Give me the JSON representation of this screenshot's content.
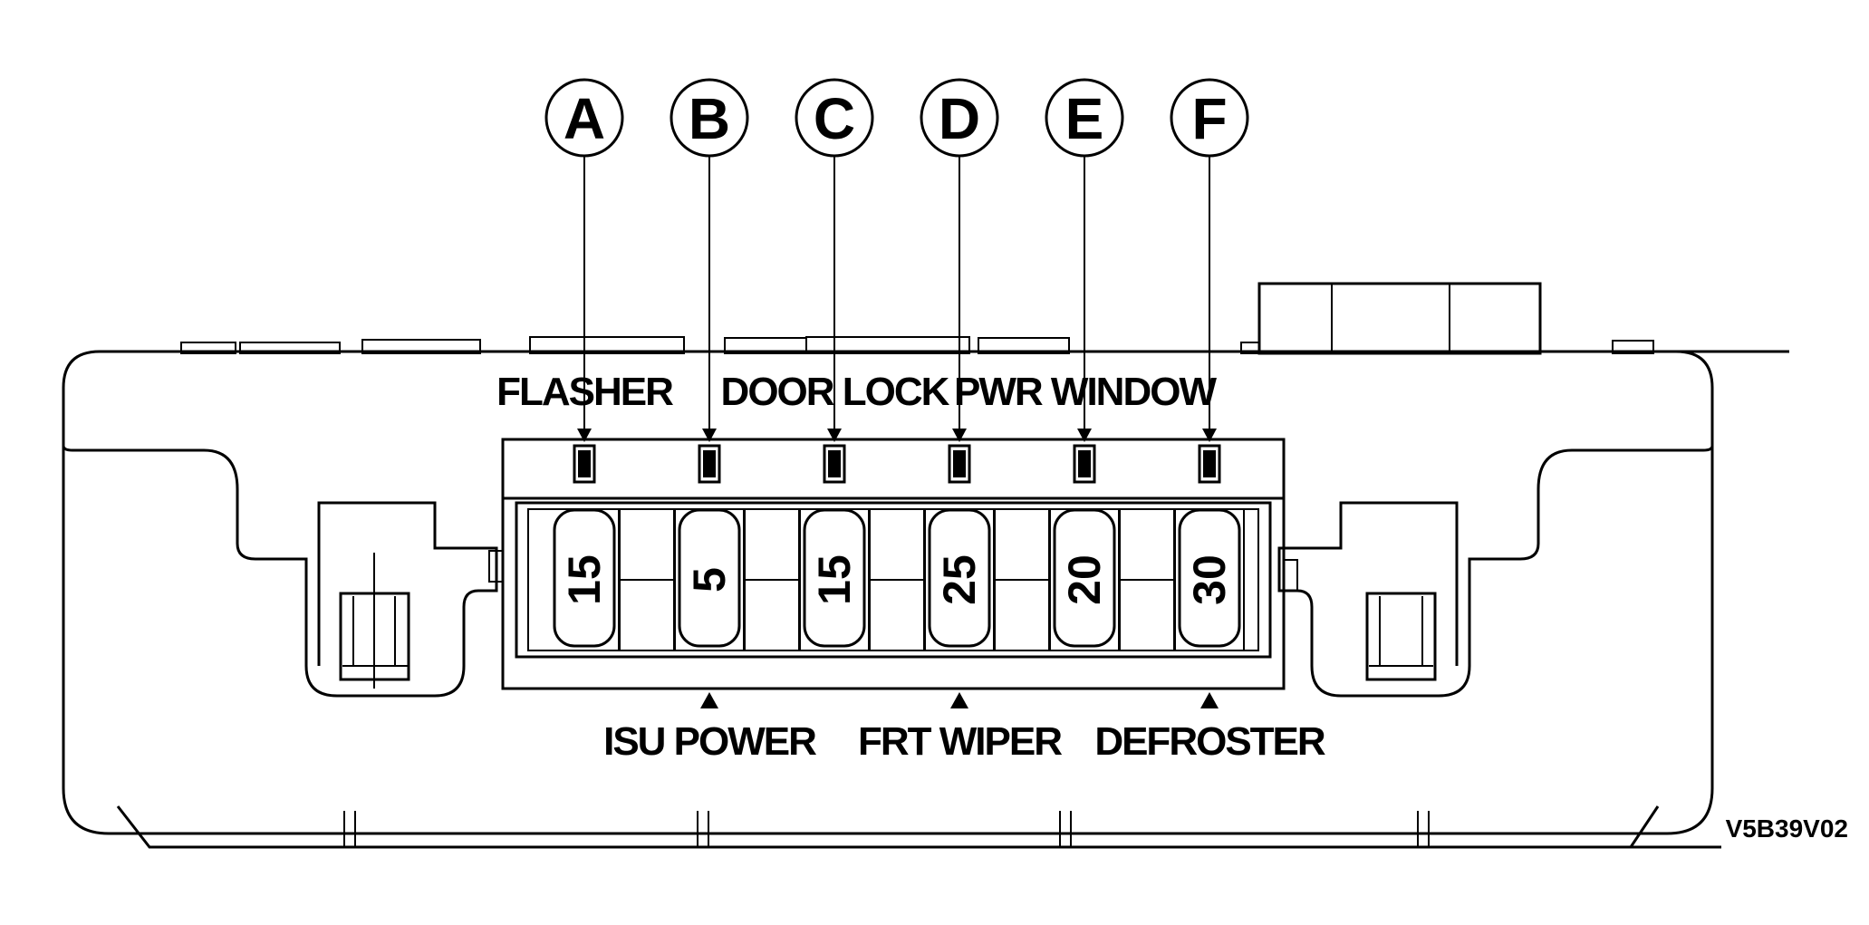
{
  "callouts": [
    "A",
    "B",
    "C",
    "D",
    "E",
    "F"
  ],
  "top_labels": [
    "FLASHER",
    "DOOR LOCK",
    "PWR WINDOW"
  ],
  "bottom_labels": [
    "ISU POWER",
    "FRT WIPER",
    "DEFROSTER"
  ],
  "fuse_ratings": [
    "15",
    "5",
    "15",
    "25",
    "20",
    "30"
  ],
  "diagram_code": "V5B39V02",
  "colors": {
    "ink": "#000000",
    "paper": "#ffffff"
  }
}
